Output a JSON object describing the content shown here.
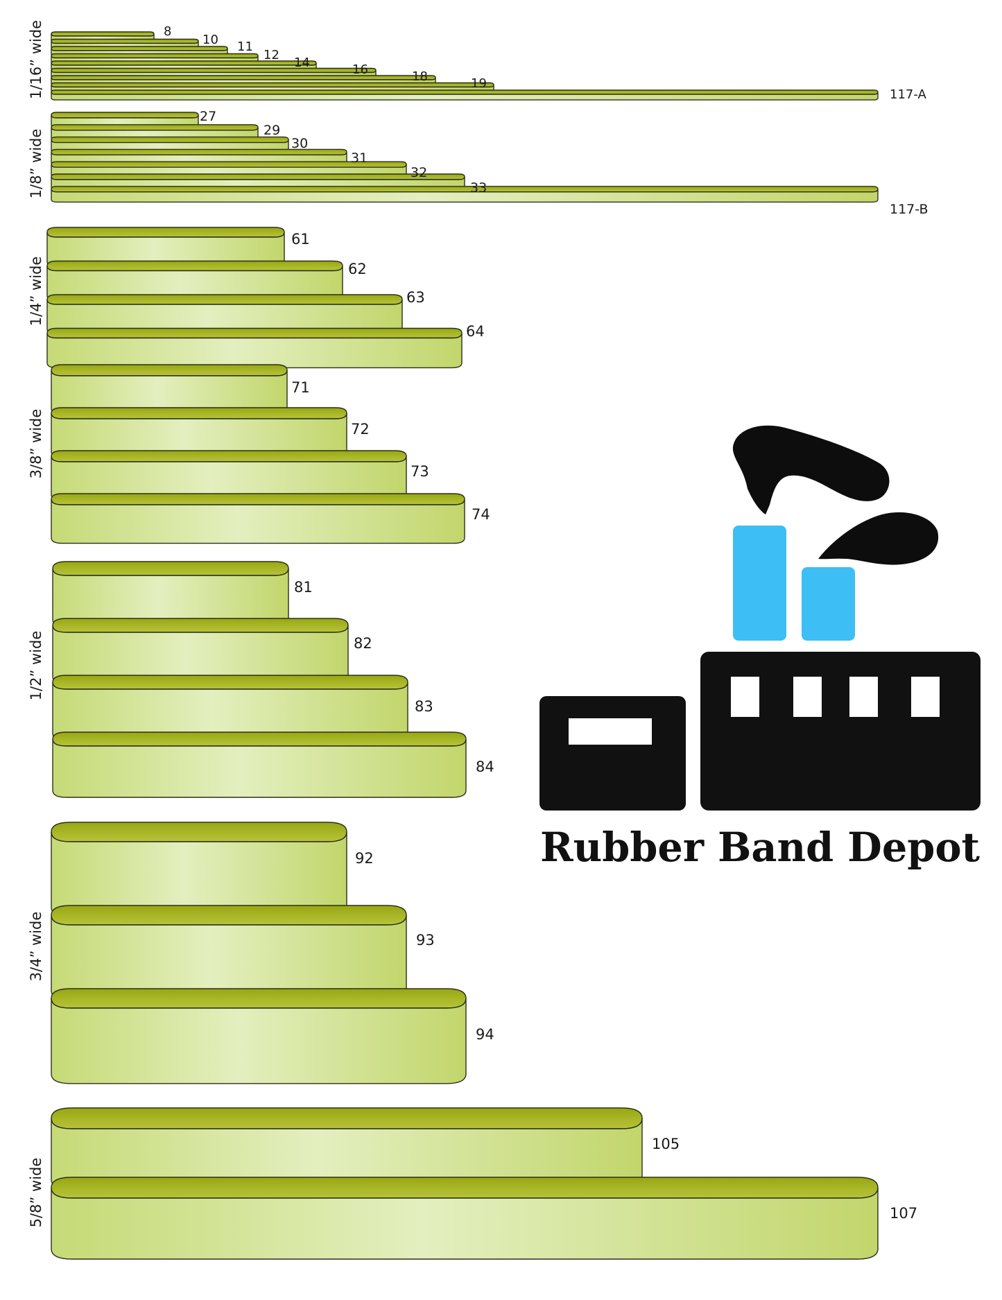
{
  "groups": [
    {
      "width_label": "1/16” wide",
      "bands": [
        "8",
        "10",
        "11",
        "12",
        "14",
        "16",
        "18",
        "19",
        "117-A"
      ]
    },
    {
      "width_label": "1/8” wide",
      "bands": [
        "27",
        "29",
        "30",
        "31",
        "32",
        "33",
        "117-B"
      ]
    },
    {
      "width_label": "1/4” wide",
      "bands": [
        "61",
        "62",
        "63",
        "64"
      ]
    },
    {
      "width_label": "3/8” wide",
      "bands": [
        "71",
        "72",
        "73",
        "74"
      ]
    },
    {
      "width_label": "1/2” wide",
      "bands": [
        "81",
        "82",
        "83",
        "84"
      ]
    },
    {
      "width_label": "3/4” wide",
      "bands": [
        "92",
        "93",
        "94"
      ]
    },
    {
      "width_label": "5/8” wide",
      "bands": [
        "105",
        "107"
      ]
    }
  ],
  "brand": {
    "name": "Rubber Band Depot",
    "icon": "factory-icon"
  },
  "colors": {
    "band_light": "#e2eebb",
    "band_mid": "#c8dc7e",
    "band_inner": "#a8b520",
    "outline": "#2b2f1a",
    "smokestack": "#3dbef5",
    "factory": "#111111"
  }
}
